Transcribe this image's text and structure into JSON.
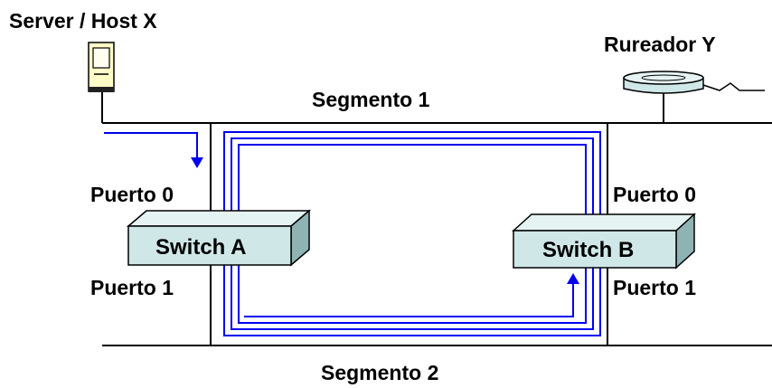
{
  "labels": {
    "server": "Server / Host X",
    "router": "Rureador Y",
    "segment1": "Segmento 1",
    "segment2": "Segmento 2",
    "switchA": {
      "name": "Switch A",
      "port0": "Puerto 0",
      "port1": "Puerto 1"
    },
    "switchB": {
      "name": "Switch B",
      "port0": "Puerto 0",
      "port1": "Puerto 1"
    }
  },
  "colors": {
    "line": "#000000",
    "loop": "#0000ee",
    "switch_face": "#cfe7e7",
    "switch_top": "#e6f3f3",
    "switch_side": "#8fb3b3",
    "server_body": "#fffcc8",
    "router_body": "#cfe7e7"
  }
}
